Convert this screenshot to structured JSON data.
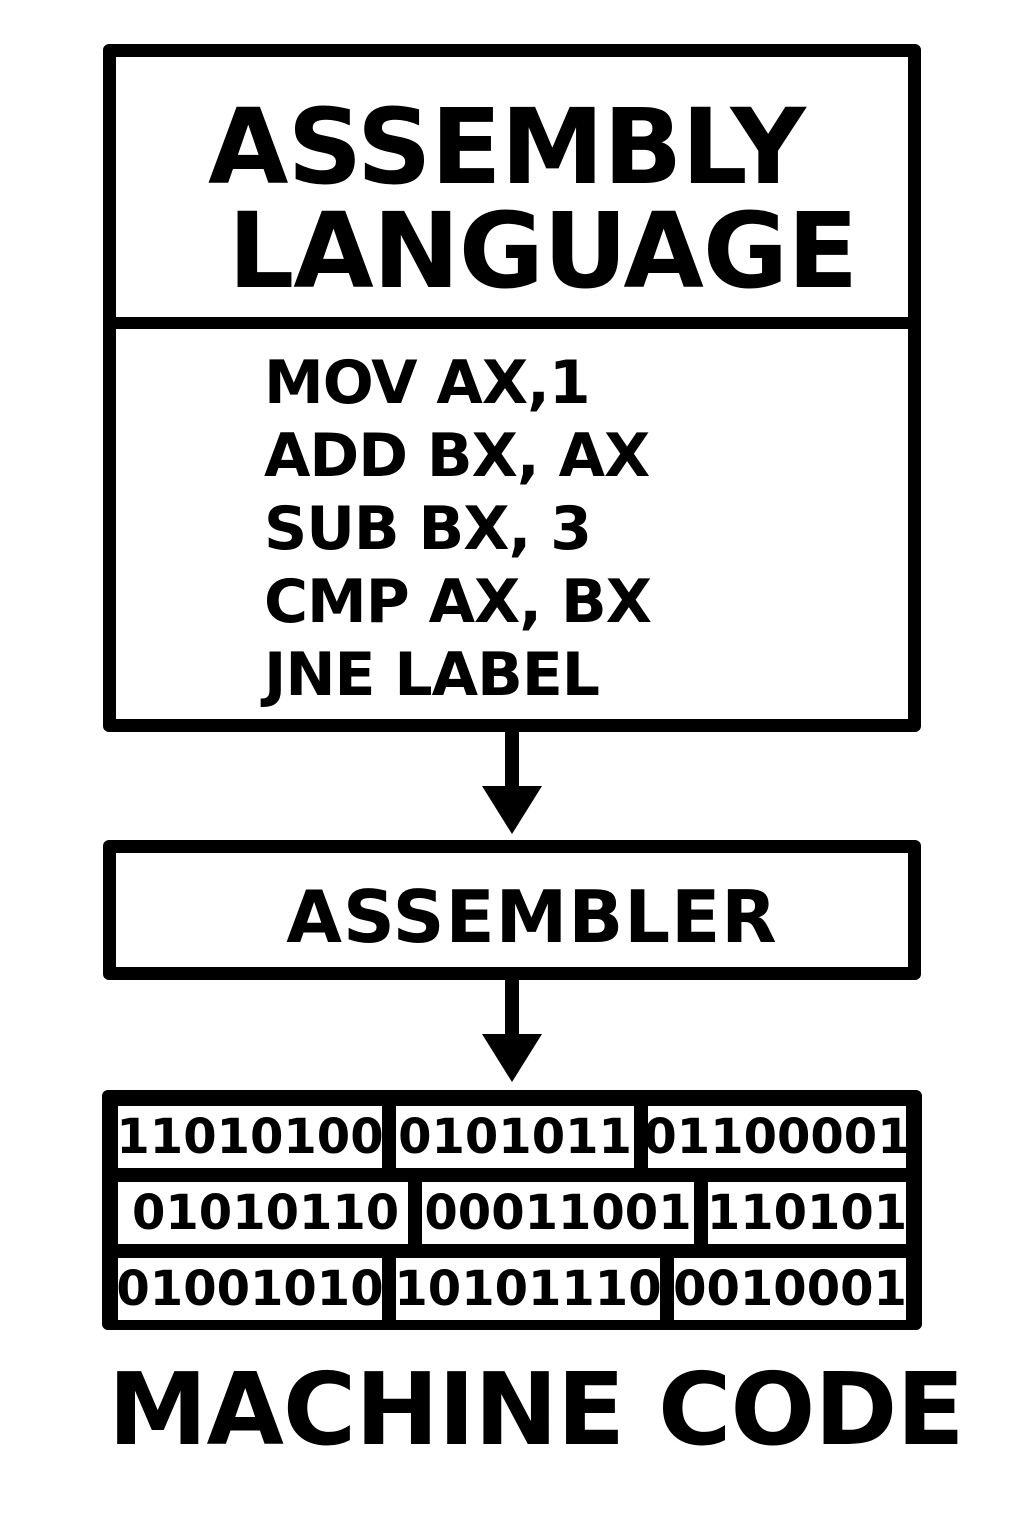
{
  "assembly_language": {
    "title_line_1": "ASSEMBLY",
    "title_line_2": "LANGUAGE",
    "code_lines": [
      "MOV AX,1",
      "ADD BX, AX",
      "SUB BX, 3",
      "CMP AX, BX",
      "JNE LABEL"
    ]
  },
  "assembler": {
    "label": "ASSEMBLER"
  },
  "machine_code": {
    "rows": [
      [
        "11010100",
        "0101011",
        "01100001"
      ],
      [
        "01010110",
        "00011001",
        "110101"
      ],
      [
        "01001010",
        "10101110",
        "0010001"
      ]
    ],
    "label": "MACHINE CODE"
  },
  "colors": {
    "stroke": "#000000",
    "background": "#ffffff"
  }
}
